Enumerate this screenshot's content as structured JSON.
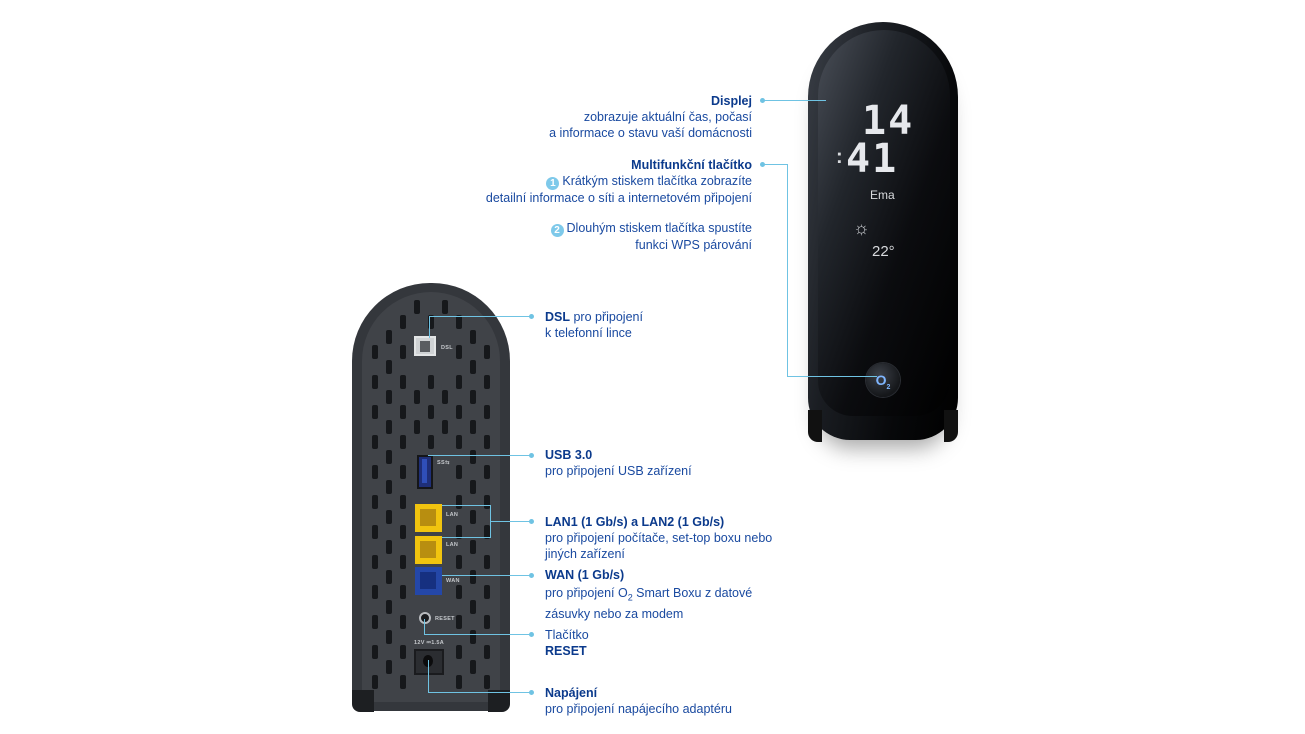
{
  "front_device": {
    "display": {
      "hour": "14",
      "minute": "41",
      "colon": ":",
      "name": "Ema",
      "weather_icon": "sun-icon",
      "temperature": "22°"
    },
    "button_logo": "O",
    "button_logo_sub": "2"
  },
  "back_device": {
    "port_labels": {
      "dsl": "DSL",
      "usb": "SS⇆",
      "lan1": "LAN",
      "lan2": "LAN",
      "wan": "WAN",
      "reset": "RESET",
      "power": "12V ⎓1.5A"
    }
  },
  "callouts": {
    "display": {
      "title": "Displej",
      "line1": "zobrazuje aktuální čas, počasí",
      "line2": "a informace o stavu vaší domácnosti"
    },
    "multifunction": {
      "title": "Multifunkční tlačítko",
      "item1_number": "1",
      "item1_line1": "Krátkým stiskem tlačítka zobrazíte",
      "item1_line2": "detailní informace o síti a internetovém připojení",
      "item2_number": "2",
      "item2_line1": "Dlouhým stiskem tlačítka spustíte",
      "item2_line2": "funkci WPS párování"
    },
    "dsl": {
      "title": "DSL",
      "line1_rest": " pro připojení",
      "line2": "k telefonní lince"
    },
    "usb": {
      "title": "USB 3.0",
      "line1": "pro připojení USB zařízení"
    },
    "lan": {
      "title": "LAN1 (1 Gb/s) a LAN2 (1 Gb/s)",
      "line1": "pro připojení počítače, set-top boxu nebo",
      "line2": "jiných zařízení"
    },
    "wan": {
      "title": "WAN (1 Gb/s)",
      "line1_pre": "pro připojení O",
      "line1_sub": "2",
      "line1_post": " Smart Boxu z datové",
      "line2": "zásuvky nebo za modem"
    },
    "reset": {
      "line1": "Tlačítko",
      "title": "RESET"
    },
    "power": {
      "title": "Napájení",
      "line1": "pro připojení napájecího adaptéru"
    }
  },
  "colors": {
    "title_blue": "#0b3a8c",
    "text_blue": "#1a4aa0",
    "leader_line": "#6fc3e3",
    "lan_port": "#f1c40f",
    "wan_port": "#2447a8"
  }
}
